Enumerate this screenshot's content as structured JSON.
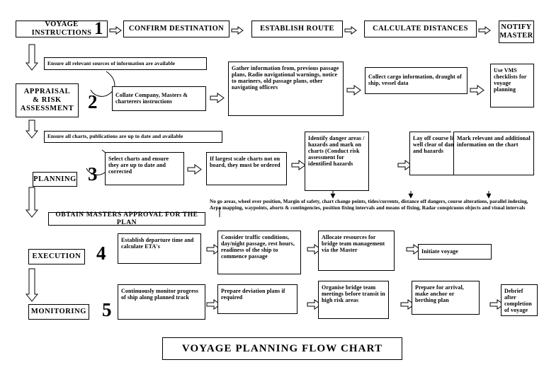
{
  "title": "VOYAGE PLANNING FLOW CHART",
  "top_row": [
    {
      "label": "VOYAGE INSTRUCTIONS"
    },
    {
      "label": "CONFIRM DESTINATION"
    },
    {
      "label": "ESTABLISH ROUTE"
    },
    {
      "label": "CALCULATE DISTANCES"
    },
    {
      "label": "NOTIFY MASTER"
    }
  ],
  "stages": [
    {
      "numeral": "1",
      "label": "VOYAGE INSTRUCTIONS"
    },
    {
      "numeral": "2",
      "label": "APPRAISAL & RISK ASSESSMENT"
    },
    {
      "numeral": "3",
      "label": "PLANNING"
    },
    {
      "numeral": "4",
      "label": "EXECUTION"
    },
    {
      "numeral": "5",
      "label": "MONITORING"
    }
  ],
  "stage_labels": {
    "appraisal": "APPRAISAL\n& RISK\nASSESSMENT",
    "appraisal_l1": "APPRAISAL",
    "appraisal_l2": "& RISK",
    "appraisal_l3": "ASSESSMENT",
    "planning": "PLANNING",
    "execution": "EXECUTION",
    "monitoring": "MONITORING",
    "approval": "OBTAIN MASTERS APPROVAL FOR THE PLAN"
  },
  "notes": {
    "sources": "Ensure all relevant sources of information are available",
    "charts": "Ensure all charts, publications are up to date and available",
    "planning_long": "No go areas, wheel over position, Margin of safety, chart change points, tides/currents, distance off dangers, course alterations, parallel indexing, Arpa mapping, waypoints, aborts & contingencies, position fixing intervals and means of fixing, Radar conspicuous objects and visual intervals"
  },
  "boxes": {
    "collate": "Collate Company, Masters & charterers instructions",
    "gather": "Gather information from, previous passage plans, Radio navigational warnings, notice to mariners, old passage plans, other navigating officers",
    "cargo": "Collect cargo information, draught of ship, vessel data",
    "vms": "Use VMS checklists for voyage planning",
    "select_charts": "Select charts and ensure they are up to date and corrected",
    "largest_scale": "If largest scale charts not on board, they must be ordered",
    "danger_areas": "Identify danger areas / hazards and mark on charts (Conduct risk assessment for identified hazards",
    "lay_off": "Lay off course lines well clear of dangers and hazards",
    "mark_relevant": "Mark relevant and additional information on the chart",
    "departure": "Establish departure time and calculate ETA's",
    "traffic": "Consider traffic conditions, day/night passage, rest hours, readiness of the ship to commence passage",
    "resources": "Allocate resources for bridge team management via the Master",
    "initiate": "Initiate voyage",
    "monitor": "Continuously monitor progress of ship along planned track",
    "deviation": "Prepare deviation plans if required",
    "meetings": "Organise bridge team meetings before transit in high risk areas",
    "arrival": "Prepare for arrival, make anchor or berthing plan",
    "debrief": "Debrief after completion of voyage"
  }
}
